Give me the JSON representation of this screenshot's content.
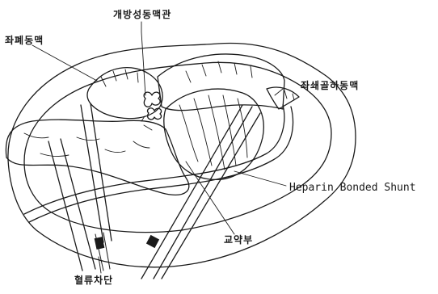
{
  "labels": {
    "ductus_arteriosus": "개방성동맥관",
    "left_pulmonary_artery": "좌폐동맥",
    "left_subclavian_artery": "좌쇄골하동맥",
    "shunt": "Heparin Bonded Shunt",
    "coarctation": "교약부",
    "blood_flow_block": "혈류차단"
  },
  "colors": {
    "ink": "#1a1a1a",
    "background": "#ffffff"
  }
}
